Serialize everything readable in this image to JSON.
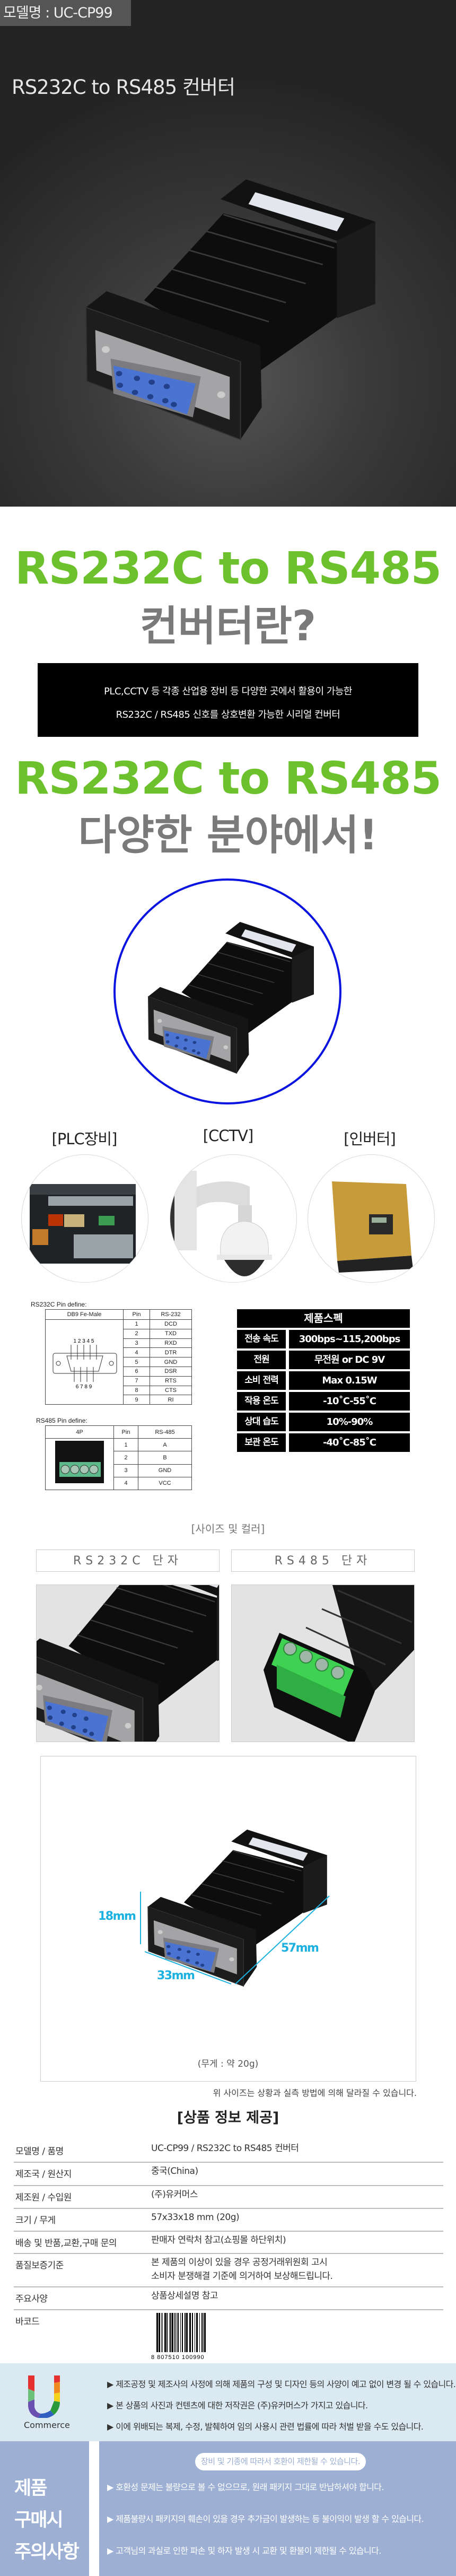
{
  "header": {
    "model_label": "모델명 : UC-CP99",
    "hero_title": "RS232C to RS485 컨버터"
  },
  "intro": {
    "title_green": "RS232C to RS485",
    "title_gray": "컨버터란?",
    "box_line1": "PLC,CCTV 등 각종 산업용 장비 등 다양한 곳에서 활용이 가능한",
    "box_line2": "RS232C / RS485 신호를 상호변환 가능한 시리얼 컨버터"
  },
  "fields": {
    "title_green": "RS232C to RS485",
    "title_gray": "다양한 분야에서!",
    "categories": [
      {
        "label": "[PLC장비]"
      },
      {
        "label": "[CCTV]"
      },
      {
        "label": "[인버터]"
      }
    ]
  },
  "rs232_pins": {
    "title": "RS232C  Pin define:",
    "headers": [
      "DB9 Fe-Male",
      "Pin",
      "RS-232"
    ],
    "top_numbers": "1 2 3 4 5",
    "bottom_numbers": "6 7 8 9",
    "rows": [
      [
        "1",
        "DCD"
      ],
      [
        "2",
        "TXD"
      ],
      [
        "3",
        "RXD"
      ],
      [
        "4",
        "DTR"
      ],
      [
        "5",
        "GND"
      ],
      [
        "6",
        "DSR"
      ],
      [
        "7",
        "RTS"
      ],
      [
        "8",
        "CTS"
      ],
      [
        "9",
        "RI"
      ]
    ]
  },
  "rs485_pins": {
    "title": "RS485 Pin define:",
    "headers": [
      "4P",
      "Pin",
      "RS-485"
    ],
    "rows": [
      [
        "1",
        "A"
      ],
      [
        "2",
        "B"
      ],
      [
        "3",
        "GND"
      ],
      [
        "4",
        "VCC"
      ]
    ]
  },
  "spec": {
    "title": "제품스펙",
    "rows": [
      {
        "k": "전송 속도",
        "v": "300bps~115,200bps"
      },
      {
        "k": "전원",
        "v": "무전원 or DC 9V"
      },
      {
        "k": "소비 전력",
        "v": "Max 0.15W"
      },
      {
        "k": "작용 온도",
        "v": "-10˚C-55˚C"
      },
      {
        "k": "상대 습도",
        "v": "10%-90%"
      },
      {
        "k": "보관 온도",
        "v": "-40˚C-85˚C"
      }
    ]
  },
  "size_color": {
    "title": "[사이즈 및 컬러]",
    "tab_rs232": "RS232C 단자",
    "tab_rs485": "RS485 단자",
    "dim_height": "18mm",
    "dim_width": "33mm",
    "dim_length": "57mm",
    "weight": "(무게 : 약 20g)",
    "note": "위 사이즈는 상황과 실측 방법에 의해 달라질 수 있습니다."
  },
  "info": {
    "title": "[상품 정보 제공]",
    "rows": [
      {
        "k": "모델명 / 품명",
        "v": "UC-CP99 / RS232C to RS485 컨버터"
      },
      {
        "k": "제조국 / 원산지",
        "v": "중국(China)"
      },
      {
        "k": "제조원 / 수입원",
        "v": "(주)유커머스"
      },
      {
        "k": "크기 / 무게",
        "v": "57x33x18 mm (20g)"
      },
      {
        "k": "배송 및 반품,교환,구매 문의",
        "v": "판매자 연락처 참고(쇼핑몰 하단위치)"
      },
      {
        "k": "품질보증기준",
        "v": "본 제품의 이상이 있을 경우 공정거래위원회 고시",
        "v2": "소비자 분쟁해결 기준에 의거하여 보상해드립니다."
      },
      {
        "k": "주요사양",
        "v": "상품상세설명 참고"
      },
      {
        "k": "바코드",
        "barcode": "8 807510 100990"
      }
    ]
  },
  "notice": {
    "logo_text": "Commerce",
    "items": [
      "▶ 제조공정 및 제조사의 사정에 의해 제품의 구성 및 디자인 등의 사양이 예고 없이 변경 될 수 있습니다.",
      "▶ 본 상품의 사진과 컨텐츠에 대한 저작권은 (주)유커머스가 가지고 있습니다.",
      "▶ 이에 위배되는 복제, 수정, 발췌하여 임의 사용시 관련 법률에 따라 처벌 받을 수도 있습니다."
    ]
  },
  "caution": {
    "title_lines": [
      "제품",
      "구매시",
      "주의사항"
    ],
    "pill": "장비 및 기종에 따라서 호환이 제한될 수 있습니다.",
    "items": [
      "▶ 호환성 문제는 불량으로 볼 수 없으므로, 원래 패키지 그대로 반납하셔야 합니다.",
      "▶ 제품불량시 패키지의 훼손이 있을 경우 추가금이 발생하는 등 불이익이 발생 할 수 있습니다.",
      "▶ 고객님의 과실로 인한 파손 및 하자 발생 시 교환 및 환불이 제한될 수 있습니다."
    ]
  },
  "colors": {
    "green": "#6cc12d",
    "dim_cyan": "#1ab0e0",
    "notice_bg": "#dbe9f2",
    "caution_bg": "#9db0d4"
  }
}
